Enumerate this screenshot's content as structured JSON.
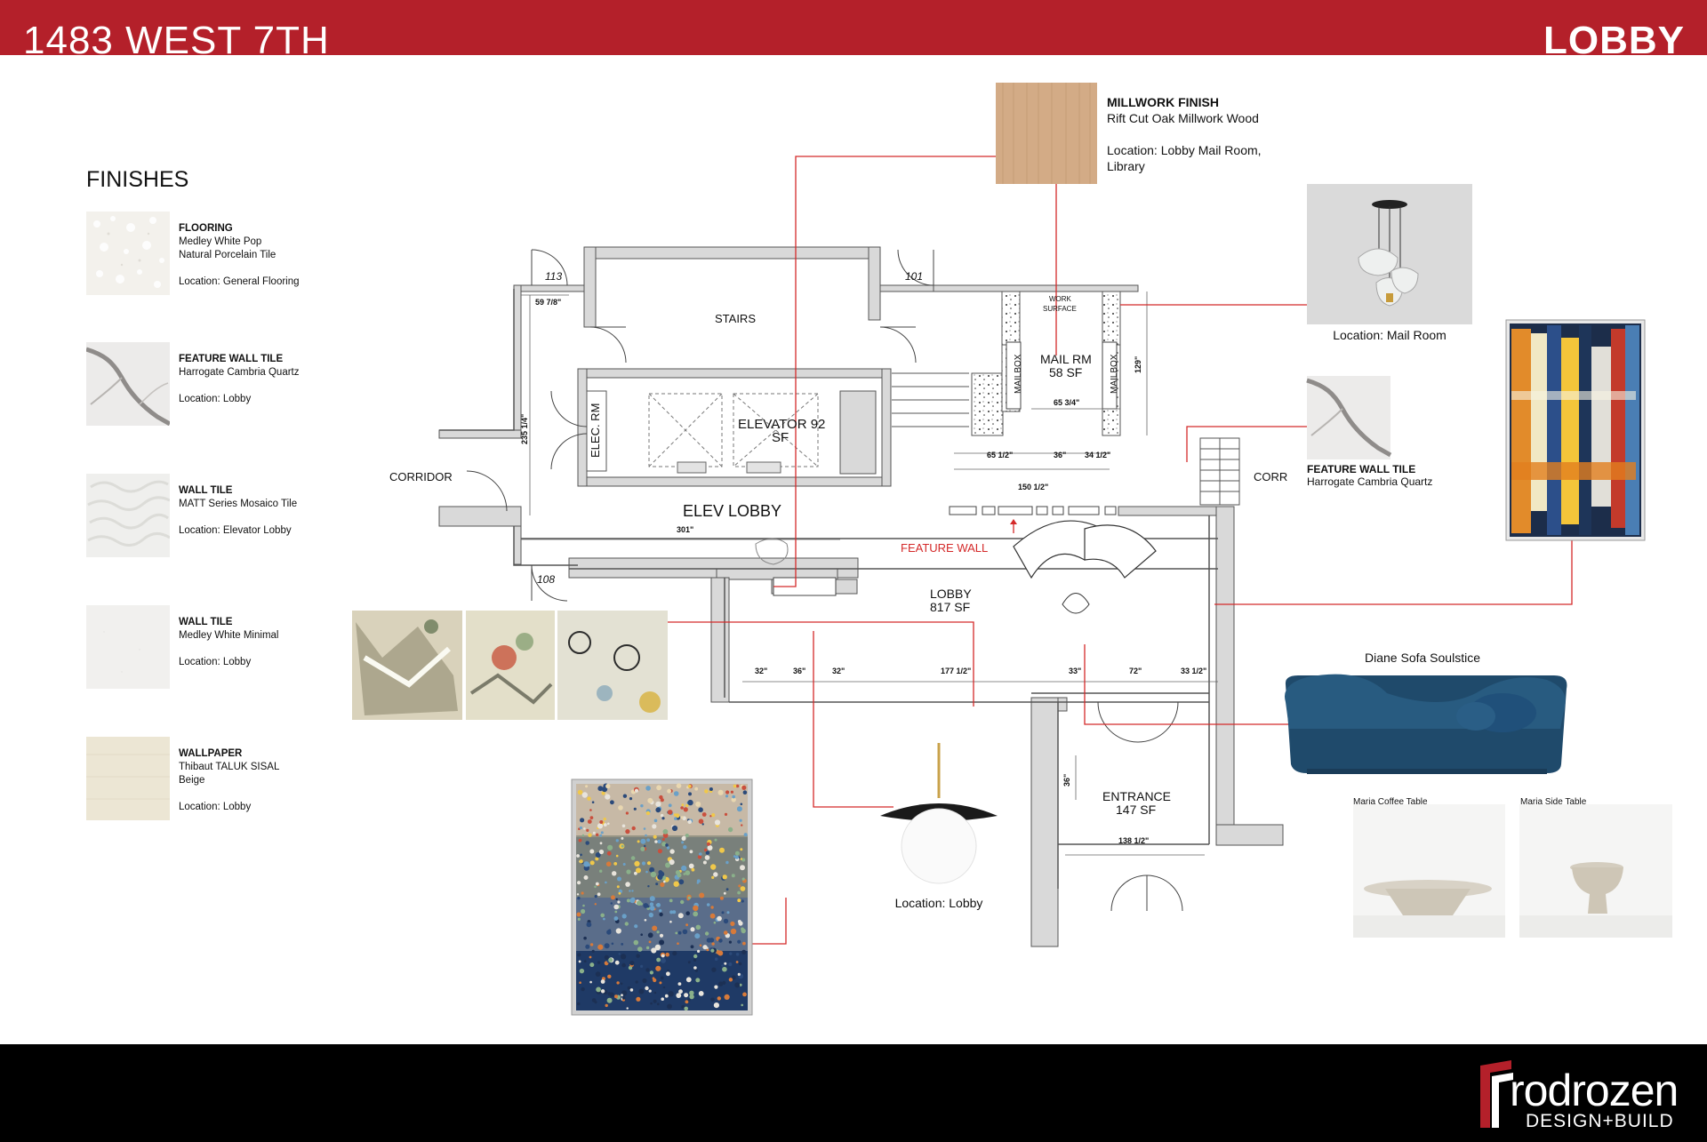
{
  "header": {
    "project": "1483 WEST 7TH",
    "sheet": "LOBBY",
    "color": "#b4202a"
  },
  "finishes": {
    "title": "FINISHES",
    "items": [
      {
        "title": "FLOORING",
        "lines": [
          "Medley White Pop",
          "Natural Porcelain Tile"
        ],
        "location": "Location: General Flooring"
      },
      {
        "title": "FEATURE WALL TILE",
        "lines": [
          "Harrogate Cambria Quartz"
        ],
        "location": "Location: Lobby"
      },
      {
        "title": "WALL TILE",
        "lines": [
          "MATT Series Mosaico Tile"
        ],
        "location": "Location: Elevator Lobby"
      },
      {
        "title": "WALL TILE",
        "lines": [
          "Medley White Minimal"
        ],
        "location": "Location: Lobby"
      },
      {
        "title": "WALLPAPER",
        "lines": [
          "Thibaut TALUK SISAL",
          "Beige"
        ],
        "location": "Location: Lobby"
      }
    ]
  },
  "millwork": {
    "title": "MILLWORK FINISH",
    "line": "Rift Cut Oak Millwork Wood",
    "location": "Location: Lobby Mail Room,",
    "location2": "Library"
  },
  "pendant": {
    "caption": "Location: Mail Room"
  },
  "feature_tile": {
    "title": "FEATURE WALL TILE",
    "line": "Harrogate Cambria Quartz"
  },
  "sofa": {
    "caption": "Diane Sofa Soulstice"
  },
  "coffee_table": {
    "caption": "Maria Coffee Table"
  },
  "side_table": {
    "caption": "Maria Side Table"
  },
  "globe_light": {
    "caption": "Location: Lobby"
  },
  "plan": {
    "rooms": {
      "stairs": "STAIRS",
      "elevator": "ELEVATOR 92",
      "elevator_sf": "SF",
      "elev_rm": "ELEC. RM",
      "elev_lobby": "ELEV LOBBY",
      "mail_rm": "MAIL RM",
      "mail_sf": "58 SF",
      "mailbox": "MAILBOX",
      "work_surface_1": "WORK",
      "work_surface_2": "SURFACE",
      "lobby": "LOBBY",
      "lobby_sf": "817 SF",
      "entrance": "ENTRANCE",
      "entrance_sf": "147 SF",
      "corridor": "CORRIDOR",
      "corr": "CORR",
      "feature_wall": "FEATURE WALL"
    },
    "doors": [
      "113",
      "101",
      "108"
    ],
    "dims": {
      "d1": "59 7/8\"",
      "d2": "235 1/4\"",
      "d3": "301\"",
      "d4": "65 1/2\"",
      "d5": "36\"",
      "d6": "34 1/2\"",
      "d7": "65 3/4\"",
      "d8": "129\"",
      "d9": "150 1/2\"",
      "d10": "32\"",
      "d11": "36\"",
      "d12": "32\"",
      "d13": "177 1/2\"",
      "d14": "33\"",
      "d15": "72\"",
      "d16": "33 1/2\"",
      "d17": "36\"",
      "d18": "138 1/2\""
    },
    "accent_line_color": "#d42a2a"
  },
  "logo": {
    "name": "rodrozen",
    "tag": "DESIGN+BUILD"
  }
}
